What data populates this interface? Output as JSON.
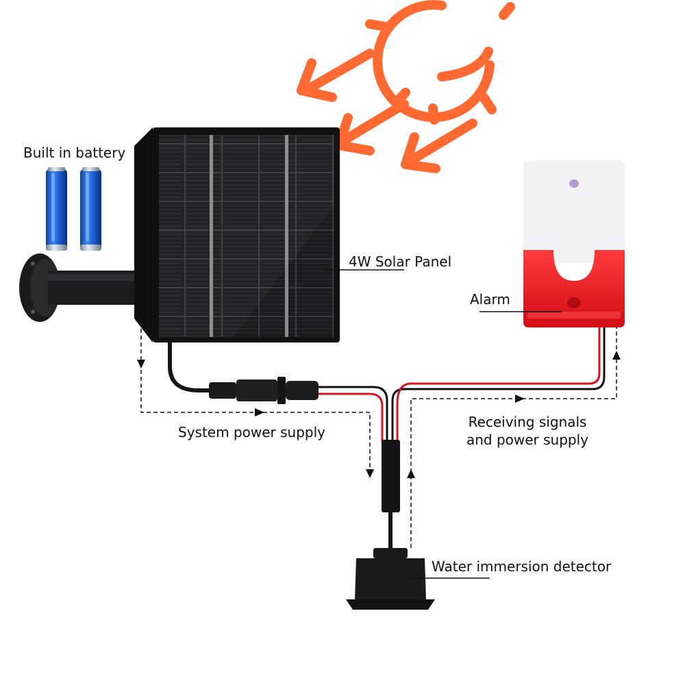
{
  "labels": {
    "battery": "Built in battery",
    "solar_panel": "4W Solar Panel",
    "alarm": "Alarm",
    "system_power": "System power supply",
    "receiving_line1": "Receiving signals",
    "receiving_line2": "and power supply",
    "detector": "Water immersion detector"
  },
  "colors": {
    "sun": "#ff6a33",
    "battery": "#1f5fd6",
    "panel": "#1c1c1e",
    "alarm_red": "#e8141c",
    "alarm_white": "#f2f2f4",
    "wire_red": "#d8141c",
    "wire_black": "#111111"
  },
  "icons": [
    "sun-icon",
    "battery-icon",
    "solar-panel-icon",
    "alarm-siren-icon",
    "water-detector-icon"
  ]
}
